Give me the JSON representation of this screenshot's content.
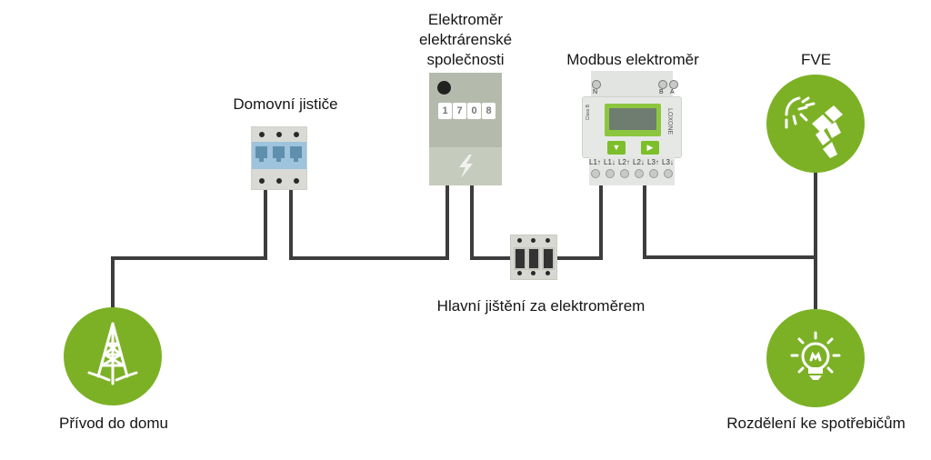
{
  "diagram": {
    "title": "Zapojení Modbus elektroměru",
    "nodes": {
      "feed": {
        "label": "Přívod do domu",
        "icon": "power-tower-icon"
      },
      "house_breakers": {
        "label": "Domovní jističe",
        "icon": "circuit-breaker-icon"
      },
      "utility_meter": {
        "label_lines": [
          "Elektroměr",
          "elektrárenské",
          "společnosti"
        ],
        "digits": [
          "1",
          "7",
          "0",
          "8"
        ],
        "icon": "lightning-icon"
      },
      "main_breaker": {
        "label": "Hlavní jištění za elektroměrem",
        "icon": "main-breaker-icon"
      },
      "modbus_meter": {
        "label": "Modbus elektroměr",
        "brand": "LOXONE",
        "side_text": "Class B",
        "top_terminals": [
          "N",
          "B",
          "A"
        ],
        "bottom_terminals": [
          "L1↑",
          "L1↓",
          "L2↑",
          "L2↓",
          "L3↑",
          "L3↓"
        ],
        "buttons": [
          "▼",
          "▶"
        ]
      },
      "pv": {
        "label": "FVE",
        "icon": "solar-panel-icon"
      },
      "consumers": {
        "label": "Rozdělení ke spotřebičům",
        "icon": "light-bulb-icon"
      }
    },
    "colors": {
      "accent_green": "#7cb126",
      "wire": "#3a3a3a",
      "text": "#151515"
    }
  }
}
